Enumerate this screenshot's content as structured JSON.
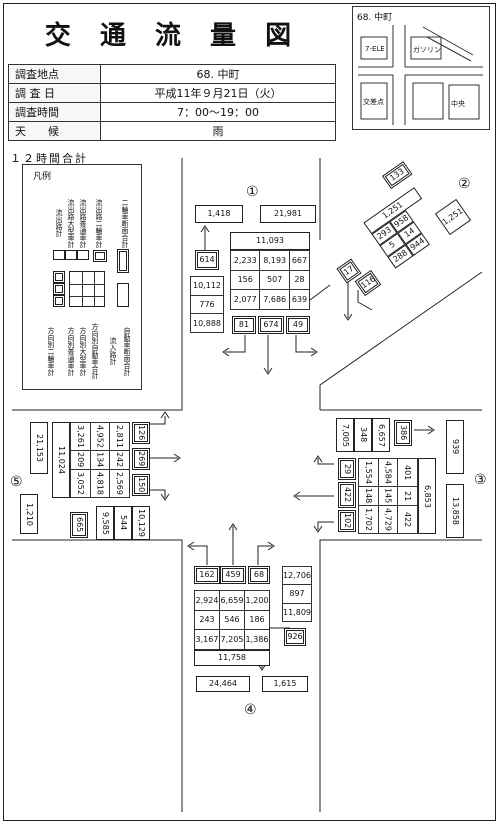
{
  "title": "交 通 流 量 図",
  "info": {
    "rows": [
      {
        "label": "調査地点",
        "value": "68. 中町"
      },
      {
        "label": "調 査 日",
        "value": "平成11年９月21日（火）"
      },
      {
        "label": "調査時間",
        "value": "7：00～19：00"
      },
      {
        "label": "天　　候",
        "value": "雨"
      }
    ]
  },
  "map": {
    "title": "68. 中町",
    "labels": [
      "7-ELE",
      "ガソリン",
      "交差点",
      "中央"
    ]
  },
  "section_title": "１２時間合計",
  "legend": {
    "title": "凡例",
    "top_labels": [
      "流出路計",
      "流出路大型車計",
      "流出路普通車計",
      "流出路二輪車計",
      "二輪車断面合計"
    ],
    "bottom_labels": [
      "方向別二輪車計",
      "方向別普通車計",
      "方向別大型車計",
      "方向別自動車合計",
      "流入路計",
      "自動車断面合計"
    ]
  },
  "approaches": {
    "n1": {
      "label": "①",
      "section_total": "21,981",
      "two_wheel_section": "1,418",
      "outflow_two_wheel": "614",
      "outflow": [
        "10,112",
        "776",
        "10,888"
      ],
      "inflow_total": "11,093",
      "grid": [
        [
          "2,233",
          "8,193",
          "667"
        ],
        [
          "156",
          "507",
          "28"
        ],
        [
          "2,077",
          "7,686",
          "639"
        ]
      ],
      "dir_two_wheel": [
        "81",
        "674",
        "49"
      ]
    },
    "n2": {
      "label": "②",
      "section_total": "1,251",
      "two_wheel_section": "133",
      "values": [
        "1,251",
        "293",
        "958",
        "5",
        "14",
        "288",
        "944",
        "17",
        "116"
      ]
    },
    "n3": {
      "label": "③",
      "top": [
        "7,005",
        "348",
        "6,657"
      ],
      "two_wheel_out": "386",
      "section_total": "939",
      "grid": [
        [
          "401",
          "21",
          "422"
        ],
        [
          "4,584",
          "145",
          "4,729"
        ],
        [
          "1,554",
          "148",
          "1,702"
        ]
      ],
      "dir_two_wheel": [
        "29",
        "422",
        "102"
      ],
      "inflow_total": "6,853",
      "car_section": "13,858"
    },
    "n4": {
      "label": "④",
      "dir_two_wheel": [
        "162",
        "459",
        "68"
      ],
      "grid": [
        [
          "2,924",
          "6,659",
          "1,200"
        ],
        [
          "243",
          "546",
          "186"
        ],
        [
          "3,167",
          "7,205",
          "1,386"
        ]
      ],
      "inflow_total": "11,758",
      "outflow": [
        "12,706",
        "897",
        "11,809"
      ],
      "outflow_two_wheel": "926",
      "section_total": "24,464",
      "two_wheel_section": "1,615"
    },
    "n5": {
      "label": "⑤",
      "section_total": "21,153",
      "inflow_total": "11,024",
      "grid": [
        [
          "3,261",
          "209",
          "3,052"
        ],
        [
          "4,952",
          "134",
          "4,818"
        ],
        [
          "2,811",
          "242",
          "2,569"
        ]
      ],
      "dir_two_wheel": [
        "126",
        "269",
        "150"
      ],
      "outflow": [
        "9,585",
        "544",
        "10,129"
      ],
      "outflow_two_wheel": "665",
      "two_wheel_section": "1,210"
    }
  }
}
